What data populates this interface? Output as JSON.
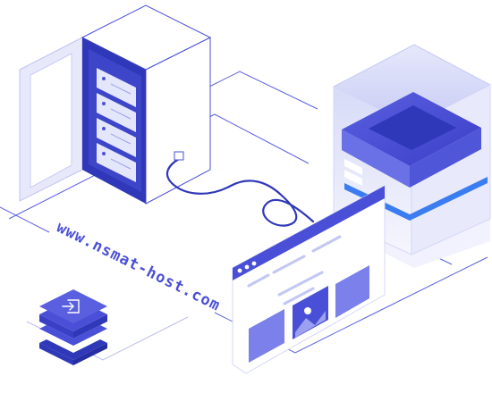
{
  "illustration": {
    "url_text": "www.nsmat-host.com",
    "colors": {
      "primary": "#4a4fd8",
      "dark_blue": "#2f38b8",
      "light_blue": "#c9ccf6",
      "pale_blue": "#eceefc",
      "accent_blue": "#3b7df0"
    },
    "icons": [
      "server-rack",
      "cable",
      "isometric-cube",
      "browser-window",
      "login-stack"
    ]
  }
}
